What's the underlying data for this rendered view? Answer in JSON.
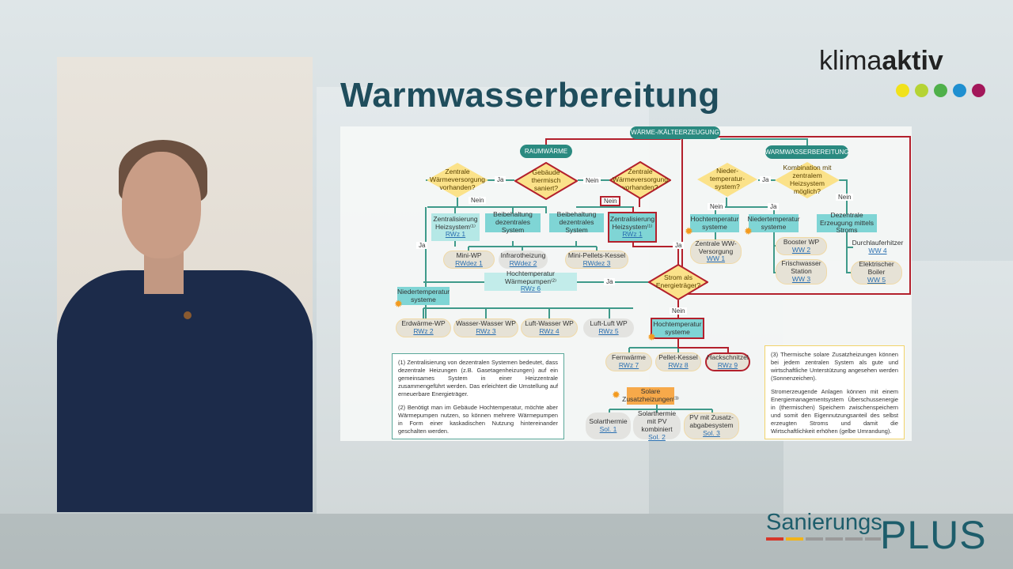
{
  "slide": {
    "title": "Warmwasserbereitung"
  },
  "branding": {
    "logo_light": "klima",
    "logo_bold": "aktiv",
    "dot_colors": [
      "#f1e21b",
      "#b5d334",
      "#4fb04a",
      "#1f8fd0",
      "#a3175a"
    ],
    "footer_word": "Sanierungs",
    "footer_plus": "PLUS",
    "footer_dash_colors": [
      "#d6372a",
      "#f2b31a",
      "#8a8a8a",
      "#8a8a8a",
      "#8a8a8a",
      "#8a8a8a"
    ]
  },
  "diagram": {
    "root": "WÄRME-/KÄLTEERZEUGUNG",
    "raum": {
      "title": "RAUMWÄRME",
      "q_central_left": "Zentrale Wärmeversorgung vorhanden?",
      "q_saniert": "Gebäude thermisch saniert?",
      "q_central_right": "Zentrale Wärmeversorgung vorhanden?",
      "q_strom": "Strom als Energieträger?",
      "zentral_left": {
        "label": "Zentralisierung Heizsystem⁽¹⁾",
        "code": "RWz 1"
      },
      "beibehaltung_left": "Beibehaltung dezentrales System",
      "beibehaltung_right": "Beibehaltung dezentrales System",
      "zentral_right": {
        "label": "Zentralisierung Heizsystem⁽¹⁾",
        "code": "RWz 1"
      },
      "dez": [
        {
          "label": "Mini-WP",
          "code": "RWdez 1"
        },
        {
          "label": "Infrarotheizung",
          "code": "RWdez 2"
        },
        {
          "label": "Mini-Pellets-Kessel",
          "code": "RWdez 3"
        }
      ],
      "htwp": {
        "label": "Hochtemperatur Wärmepumpen⁽²⁾",
        "code": "RWz 6"
      },
      "nt": "Niedertemperatur systeme",
      "wp": [
        {
          "label": "Erdwärme-WP",
          "code": "RWz 2"
        },
        {
          "label": "Wasser-Wasser WP",
          "code": "RWz 3"
        },
        {
          "label": "Luft-Wasser WP",
          "code": "RWz 4"
        },
        {
          "label": "Luft-Luft WP",
          "code": "RWz 5"
        }
      ],
      "ht": "Hochtemperatur systeme",
      "ht_items": [
        {
          "label": "Fernwärme",
          "code": "RWz 7"
        },
        {
          "label": "Pellet-Kessel",
          "code": "RWz 8"
        },
        {
          "label": "Hackschnitzel",
          "code": "RWz 9"
        }
      ],
      "solar": "Solare Zusatzheizungen⁽³⁾",
      "sol_items": [
        {
          "label": "Solarthermie",
          "code": "Sol. 1"
        },
        {
          "label": "Solarthermie mit PV kombiniert",
          "code": "Sol. 2"
        },
        {
          "label": "PV mit Zusatz-abgabesystem",
          "code": "Sol. 3"
        }
      ]
    },
    "ww": {
      "title": "WARMWASSERBEREITUNG",
      "q_nt": "Nieder-temperatur-system?",
      "q_komb": "Kombination mit zentralem Heizsystem möglich?",
      "ht": "Hochtemperatur systeme",
      "nt": "Niedertemperatur systeme",
      "dez": "Dezentrale Erzeugung mittels Stroms",
      "items": [
        {
          "label": "Zentrale WW-Versorgung",
          "code": "WW 1"
        },
        {
          "label": "Booster WP",
          "code": "WW 2"
        },
        {
          "label": "Frischwasser Station",
          "code": "WW 3"
        },
        {
          "label": "Durchlauferhitzer",
          "code": "WW 4"
        },
        {
          "label": "Elektrischer Boiler",
          "code": "WW 5"
        }
      ]
    },
    "labels": {
      "ja": "Ja",
      "nein": "Nein"
    },
    "note12": [
      "(1) Zentralisierung von dezentralen Systemen bedeutet, dass dezentrale Heizungen (z.B. Gasetagenheizungen) auf ein gemeinsames System in einer Heizzentrale zusammengeführt werden. Das erleichtert die Umstellung auf erneuerbare Energieträger.",
      "(2) Benötigt man im Gebäude Hochtemperatur, möchte aber Wärmepumpen nutzen, so können mehrere Wärmepumpen in Form einer kaskadischen Nutzung hintereinander geschalten werden."
    ],
    "note3": [
      "(3) Thermische solare Zusatzheizungen können bei jedem zentralen System als gute und wirtschaftliche Unterstützung angesehen werden (Sonnenzeichen).",
      "Stromerzeugende Anlagen können mit einem Energiemanagementsystem Überschussenergie in (thermischen) Speichern zwischenspeichern und somit den Eigennutzungsanteil des selbst erzeugten Stroms und damit die Wirtschaftlichkeit erhöhen (gelbe Umrandung)."
    ]
  }
}
